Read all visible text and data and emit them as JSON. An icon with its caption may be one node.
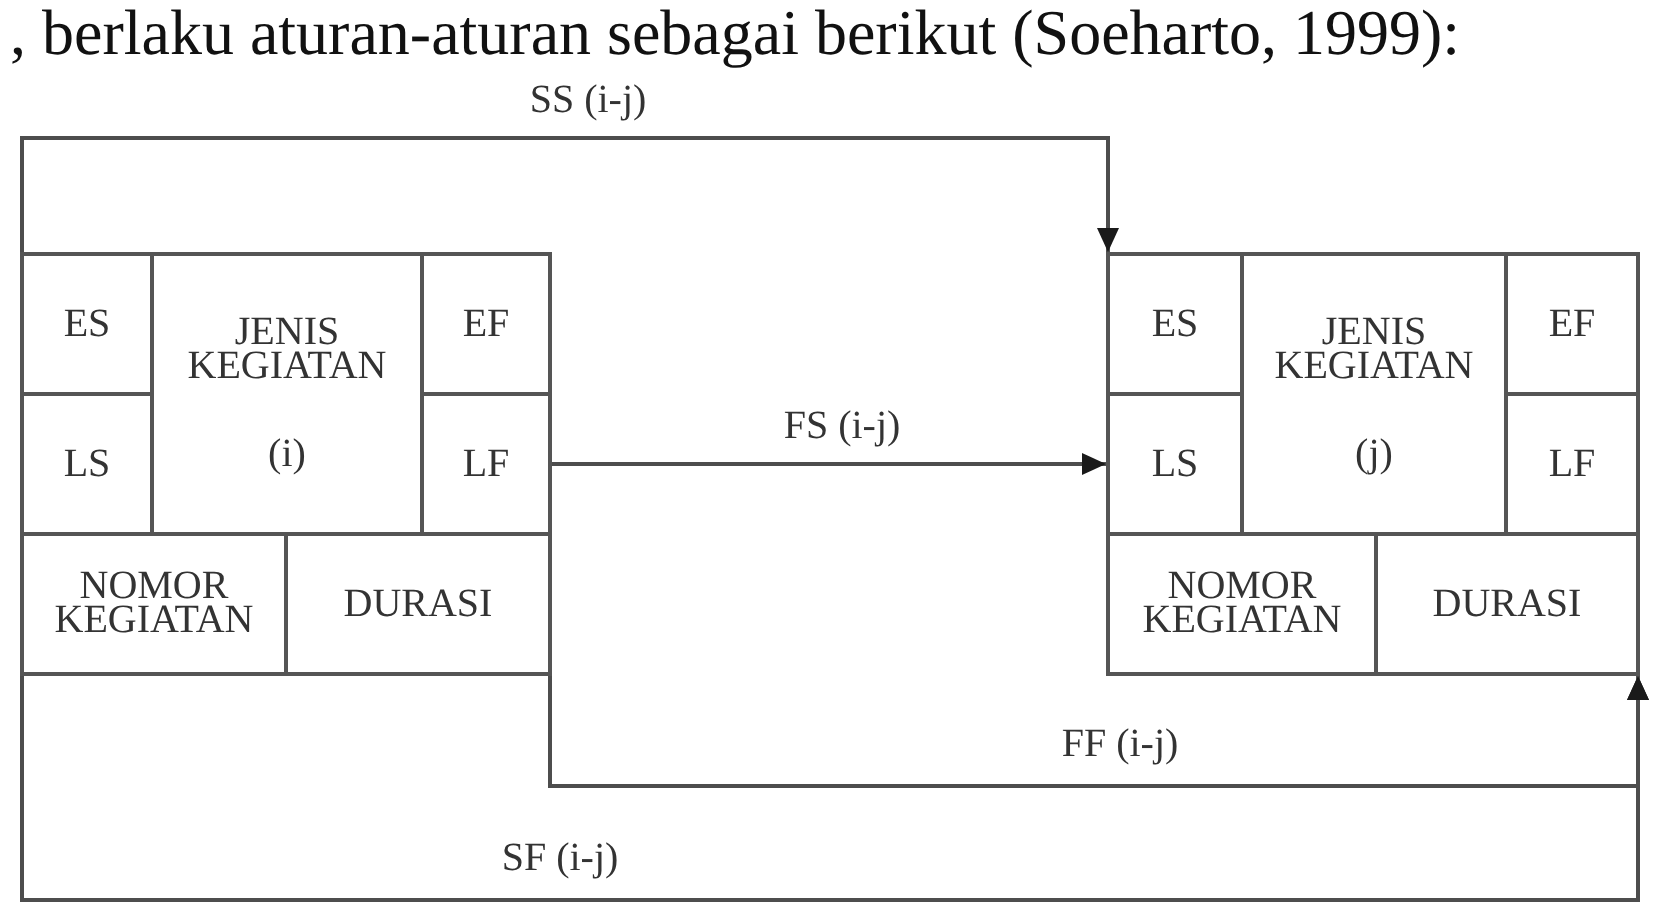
{
  "diagram": {
    "nodes": [
      {
        "text": [],
        "shape": "box"
      },
      {
        "text": [
          "ES"
        ],
        "in": 0
      },
      {
        "text": [
          "JENIS KEGIATAN",
          "(i)"
        ],
        "in": 0
      },
      {
        "text": [
          "EF"
        ],
        "in": 0
      },
      {
        "text": [
          "LS"
        ],
        "in": 0
      },
      {
        "text": [
          "LF"
        ],
        "in": 0
      },
      {
        "text": [
          "NOMOR KEGIATAN"
        ],
        "in": 0
      },
      {
        "text": [
          "DURASI"
        ],
        "in": 0
      },
      {
        "text": [],
        "shape": "box"
      },
      {
        "text": [
          "ES"
        ],
        "in": 8
      },
      {
        "text": [
          "JENIS KEGIATAN",
          "(j)"
        ],
        "in": 8
      },
      {
        "text": [
          "EF"
        ],
        "in": 8
      },
      {
        "text": [
          "LS"
        ],
        "in": 8
      },
      {
        "text": [
          "LF"
        ],
        "in": 8
      },
      {
        "text": [
          "NOMOR KEGIATAN"
        ],
        "in": 8
      },
      {
        "text": [
          "DURASI"
        ],
        "in": 8
      }
    ],
    "edges": [
      {
        "from": 0,
        "to": 8,
        "arrow": "to",
        "label": "SS (i-j)"
      },
      {
        "from": 0,
        "to": 8,
        "arrow": "to",
        "label": "FS (i-j)"
      },
      {
        "from": 0,
        "to": 8,
        "arrow": "to",
        "label": "FF (i-j)"
      },
      {
        "from": 0,
        "to": 8,
        "arrow": "to",
        "label": "SF (i-j)"
      }
    ],
    "labels": [
      ", berlaku aturan-aturan sebagai berikut (Soeharto, 1999):"
    ]
  }
}
